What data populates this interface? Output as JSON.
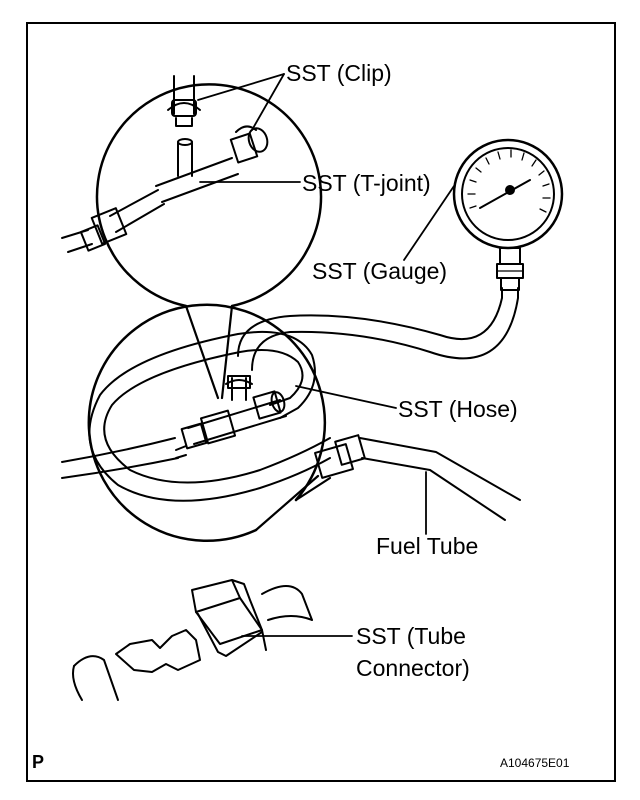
{
  "labels": {
    "clip": "SST (Clip)",
    "tjoint": "SST (T-joint)",
    "gauge": "SST (Gauge)",
    "hose": "SST (Hose)",
    "fuel_tube": "Fuel Tube",
    "tube_connector_line1": "SST (Tube",
    "tube_connector_line2": "Connector)"
  },
  "corner_letter": "P",
  "figure_code": "A104675E01",
  "colors": {
    "ink": "#000000",
    "paper": "#ffffff"
  }
}
